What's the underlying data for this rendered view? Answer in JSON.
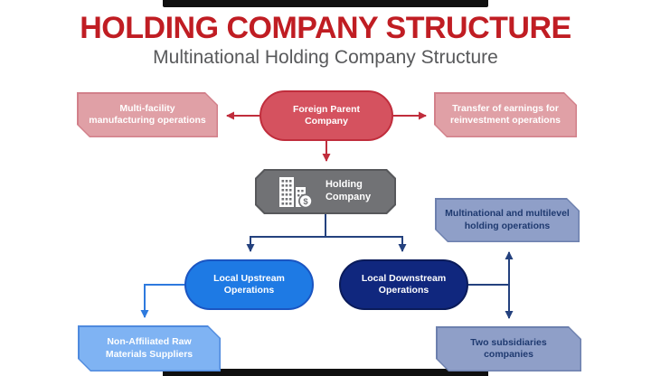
{
  "header": {
    "title": "HOLDING COMPANY STRUCTURE",
    "subtitle": "Multinational Holding Company Structure"
  },
  "diagram": {
    "nodes": {
      "foreign_parent": {
        "label": "Foreign Parent\nCompany"
      },
      "multi_facility": {
        "label": "Multi-facility\nmanufacturing operations"
      },
      "transfer_earnings": {
        "label": "Transfer of earnings for\nreinvestment operations"
      },
      "holding_company": {
        "label": "Holding\nCompany",
        "icon": "buildings-with-dollar-icon"
      },
      "multinational_multilevel": {
        "label": "Multinational and multilevel\nholding operations"
      },
      "local_upstream": {
        "label": "Local Upstream\nOperations"
      },
      "local_downstream": {
        "label": "Local Downstream\nOperations"
      },
      "non_affiliated_suppliers": {
        "label": "Non-Affiliated Raw\nMaterials Suppliers"
      },
      "two_subsidiaries": {
        "label": "Two subsidiaries\ncompanies"
      }
    }
  },
  "colors": {
    "title_red": "#c01d23",
    "subtitle_gray": "#58595b",
    "red_fill": "#d5525f",
    "red_border": "#c02d3c",
    "pink_fill": "#e0a0a6",
    "pink_border": "#d2808a",
    "gray_fill": "#717275",
    "gray_border": "#57585b",
    "blue_fill": "#1e7ae4",
    "blue_border": "#1a55c2",
    "navy_fill": "#10277e",
    "navy_border": "#0a1b5a",
    "peri_fill": "#8f9fc8",
    "peri_border": "#6d80ae",
    "peri_text": "#1f3a70",
    "lightblue_fill": "#7fb3f3",
    "lightblue_border": "#4f8ade",
    "connector_red": "#c02d3c",
    "connector_navy": "#24417e",
    "connector_blue": "#2e7ade"
  }
}
